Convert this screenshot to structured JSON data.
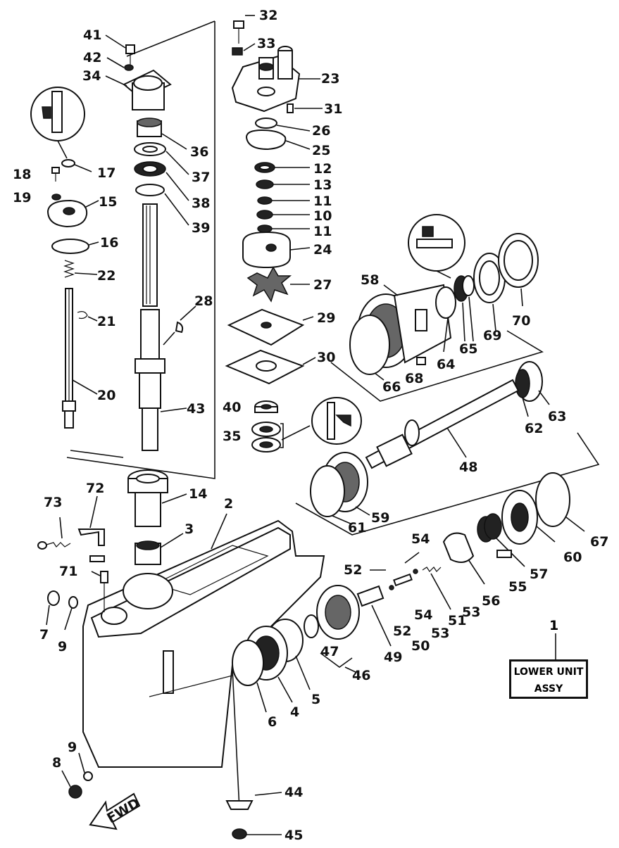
{
  "labels": [
    {
      "id": "p41",
      "text": "41"
    },
    {
      "id": "p42",
      "text": "42"
    },
    {
      "id": "p34",
      "text": "34"
    },
    {
      "id": "p32",
      "text": "32"
    },
    {
      "id": "p33",
      "text": "33"
    },
    {
      "id": "p23",
      "text": "23"
    },
    {
      "id": "p31",
      "text": "31"
    },
    {
      "id": "p26",
      "text": "26"
    },
    {
      "id": "p25",
      "text": "25"
    },
    {
      "id": "p36",
      "text": "36"
    },
    {
      "id": "p37",
      "text": "37"
    },
    {
      "id": "p38",
      "text": "38"
    },
    {
      "id": "p39",
      "text": "39"
    },
    {
      "id": "p12",
      "text": "12"
    },
    {
      "id": "p13",
      "text": "13"
    },
    {
      "id": "p11a",
      "text": "11"
    },
    {
      "id": "p10",
      "text": "10"
    },
    {
      "id": "p11b",
      "text": "11"
    },
    {
      "id": "p24",
      "text": "24"
    },
    {
      "id": "p27",
      "text": "27"
    },
    {
      "id": "p17",
      "text": "17"
    },
    {
      "id": "p18",
      "text": "18"
    },
    {
      "id": "p19",
      "text": "19"
    },
    {
      "id": "p15",
      "text": "15"
    },
    {
      "id": "p16",
      "text": "16"
    },
    {
      "id": "p22",
      "text": "22"
    },
    {
      "id": "p21",
      "text": "21"
    },
    {
      "id": "p20",
      "text": "20"
    },
    {
      "id": "p28",
      "text": "28"
    },
    {
      "id": "p29",
      "text": "29"
    },
    {
      "id": "p30",
      "text": "30"
    },
    {
      "id": "p43",
      "text": "43"
    },
    {
      "id": "p40",
      "text": "40"
    },
    {
      "id": "p35",
      "text": "35"
    },
    {
      "id": "p58",
      "text": "58"
    },
    {
      "id": "p70",
      "text": "70"
    },
    {
      "id": "p69",
      "text": "69"
    },
    {
      "id": "p65",
      "text": "65"
    },
    {
      "id": "p64",
      "text": "64"
    },
    {
      "id": "p66",
      "text": "66"
    },
    {
      "id": "p68",
      "text": "68"
    },
    {
      "id": "p63",
      "text": "63"
    },
    {
      "id": "p62",
      "text": "62"
    },
    {
      "id": "p48",
      "text": "48"
    },
    {
      "id": "p14",
      "text": "14"
    },
    {
      "id": "p2",
      "text": "2"
    },
    {
      "id": "p3",
      "text": "3"
    },
    {
      "id": "p73",
      "text": "73"
    },
    {
      "id": "p72",
      "text": "72"
    },
    {
      "id": "p71",
      "text": "71"
    },
    {
      "id": "p7",
      "text": "7"
    },
    {
      "id": "p9a",
      "text": "9"
    },
    {
      "id": "p61",
      "text": "61"
    },
    {
      "id": "p59",
      "text": "59"
    },
    {
      "id": "p60",
      "text": "60"
    },
    {
      "id": "p67",
      "text": "67"
    },
    {
      "id": "p57",
      "text": "57"
    },
    {
      "id": "p55",
      "text": "55"
    },
    {
      "id": "p56",
      "text": "56"
    },
    {
      "id": "p54a",
      "text": "54"
    },
    {
      "id": "p52a",
      "text": "52"
    },
    {
      "id": "p53a",
      "text": "53"
    },
    {
      "id": "p51",
      "text": "51"
    },
    {
      "id": "p54b",
      "text": "54"
    },
    {
      "id": "p52b",
      "text": "52"
    },
    {
      "id": "p53b",
      "text": "53"
    },
    {
      "id": "p50",
      "text": "50"
    },
    {
      "id": "p49",
      "text": "49"
    },
    {
      "id": "p47",
      "text": "47"
    },
    {
      "id": "p46",
      "text": "46"
    },
    {
      "id": "p6",
      "text": "6"
    },
    {
      "id": "p4",
      "text": "4"
    },
    {
      "id": "p5",
      "text": "5"
    },
    {
      "id": "p9b",
      "text": "9"
    },
    {
      "id": "p8",
      "text": "8"
    },
    {
      "id": "p44",
      "text": "44"
    },
    {
      "id": "p45",
      "text": "45"
    }
  ],
  "assy": {
    "number": "1",
    "line1": "LOWER UNIT",
    "line2": "ASSY"
  },
  "fwd_label": "FWD"
}
